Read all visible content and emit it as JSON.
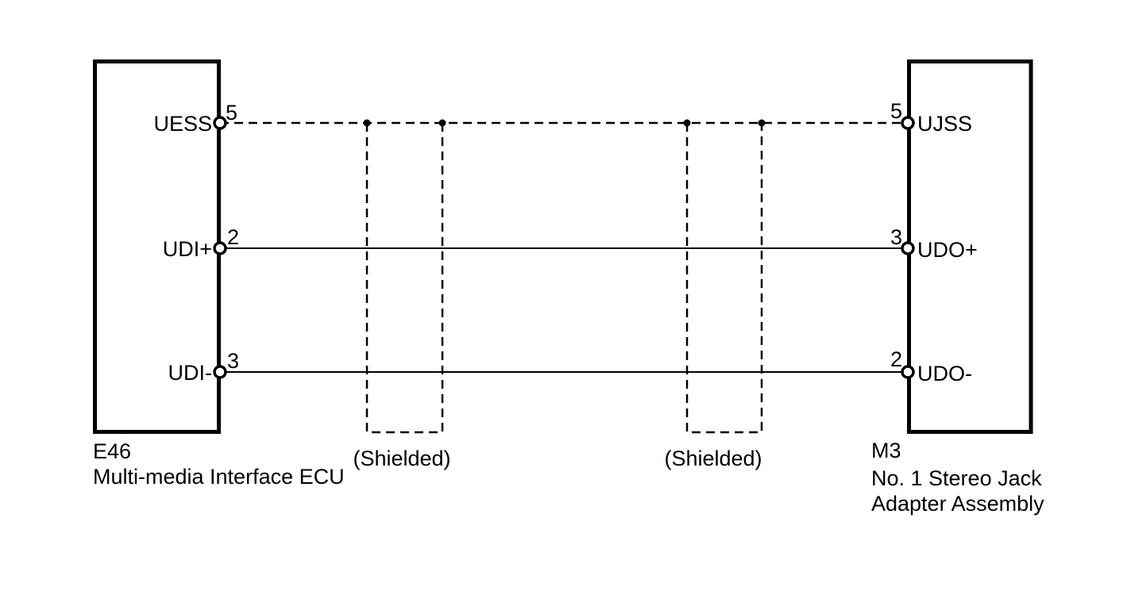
{
  "diagram": {
    "type": "wiring-schematic",
    "colors": {
      "line": "#000000",
      "background": "#ffffff"
    },
    "left_component": {
      "code": "E46",
      "name": "Multi-media Interface ECU",
      "pins": [
        {
          "label": "UESS",
          "number": "5"
        },
        {
          "label": "UDI+",
          "number": "2"
        },
        {
          "label": "UDI-",
          "number": "3"
        }
      ]
    },
    "right_component": {
      "code": "M3",
      "name_line1": "No. 1 Stereo Jack",
      "name_line2": "Adapter Assembly",
      "pins": [
        {
          "label": "UJSS",
          "number": "5"
        },
        {
          "label": "UDO+",
          "number": "3"
        },
        {
          "label": "UDO-",
          "number": "2"
        }
      ]
    },
    "wires": [
      {
        "from": "UESS",
        "from_pin": "5",
        "to": "UJSS",
        "to_pin": "5",
        "style": "dashed"
      },
      {
        "from": "UDI+",
        "from_pin": "2",
        "to": "UDO+",
        "to_pin": "3",
        "style": "solid"
      },
      {
        "from": "UDI-",
        "from_pin": "3",
        "to": "UDO-",
        "to_pin": "2",
        "style": "solid"
      }
    ],
    "shields": [
      {
        "label": "(Shielded)"
      },
      {
        "label": "(Shielded)"
      }
    ]
  }
}
